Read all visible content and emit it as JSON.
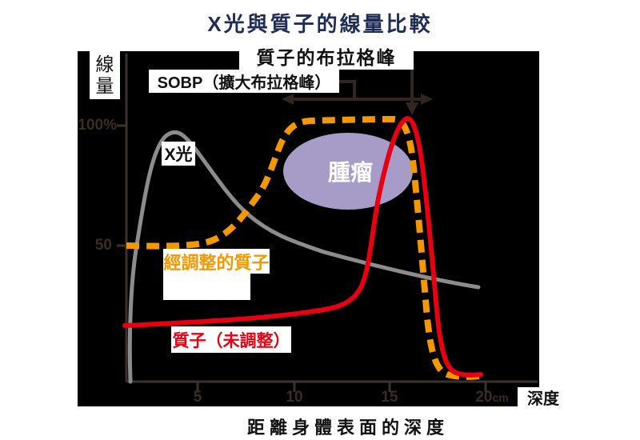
{
  "title": "X光與質子的線量比較",
  "caption": "距離身體表面的深度",
  "axes": {
    "y_axis_label": "線量",
    "x_axis_label": "深度",
    "y_tick_100": "100%",
    "y_tick_50": "50",
    "x_tick_5": "5",
    "x_tick_10": "10",
    "x_tick_15": "15",
    "x_tick_20": "20",
    "x_tick_unit": "cm"
  },
  "annotations": {
    "bragg_peak_label": "質子的布拉格峰",
    "sobp_label": "SOBP（擴大布拉格峰）",
    "tumor_label": "腫瘤"
  },
  "series_labels": {
    "xray": "X光",
    "adjusted_proton": "經調整的質子",
    "raw_proton": "質子（未調整）"
  },
  "colors": {
    "title_navy": "#1f2c56",
    "plot_background": "#000000",
    "axis_line": "#3b3230",
    "tick_text": "#3b2d24",
    "arrow": "#332620",
    "xray_gray": "#8c8c8c",
    "proton_red": "#e60012",
    "sobp_orange": "#f39800",
    "tumor_purple": "#a79cc8",
    "tumor_text": "#ffffff"
  },
  "chart_data": {
    "type": "line",
    "title": "X光與質子的線量比較",
    "xlabel": "深度 (cm), 距離身體表面的深度",
    "ylabel": "線量 (%)",
    "xlim": [
      0,
      20
    ],
    "ylim": [
      0,
      105
    ],
    "x_ticks": [
      5,
      10,
      15,
      20
    ],
    "y_ticks": [
      50,
      100
    ],
    "grid": false,
    "legend_position": "inline-labels",
    "series": [
      {
        "name": "X光",
        "style": "solid gray",
        "x": [
          1.3,
          2,
          3,
          4,
          5,
          6,
          7,
          8,
          9,
          10,
          12,
          14,
          16,
          18,
          19.6
        ],
        "y": [
          0,
          45,
          85,
          98,
          92,
          81,
          69,
          59,
          53,
          51,
          46,
          42,
          38,
          35,
          33
        ]
      },
      {
        "name": "質子（未調整）",
        "style": "solid red",
        "x": [
          0,
          2,
          4,
          6,
          8,
          10,
          12,
          13,
          13.5,
          14,
          14.5,
          15,
          15.5,
          16.2,
          16.6,
          17,
          17.5,
          18,
          19.6
        ],
        "y": [
          17,
          17,
          18,
          19,
          20,
          22,
          24,
          26,
          33,
          45,
          72,
          89,
          100,
          103,
          87,
          62,
          20,
          3,
          2
        ]
      },
      {
        "name": "經調整的質子 (SOBP)",
        "style": "dashed orange",
        "x": [
          0,
          3,
          5,
          6,
          7,
          8,
          9,
          9.6,
          10,
          12,
          14,
          15.8,
          16.5,
          17,
          17.5,
          18,
          19.7
        ],
        "y": [
          50,
          50,
          50,
          52,
          60,
          70,
          85,
          95,
          100,
          101,
          102,
          102,
          80,
          55,
          22,
          3,
          2
        ]
      }
    ],
    "annotations": [
      {
        "text": "質子的布拉格峰",
        "points_to": "red curve peak at ~16.2cm"
      },
      {
        "text": "SOBP（擴大布拉格峰）",
        "points_to": "width of orange plateau ~9.5-17cm"
      },
      {
        "text": "腫瘤",
        "region": "ellipse over depth ~9.5-16cm at 60-100% dose"
      }
    ]
  }
}
